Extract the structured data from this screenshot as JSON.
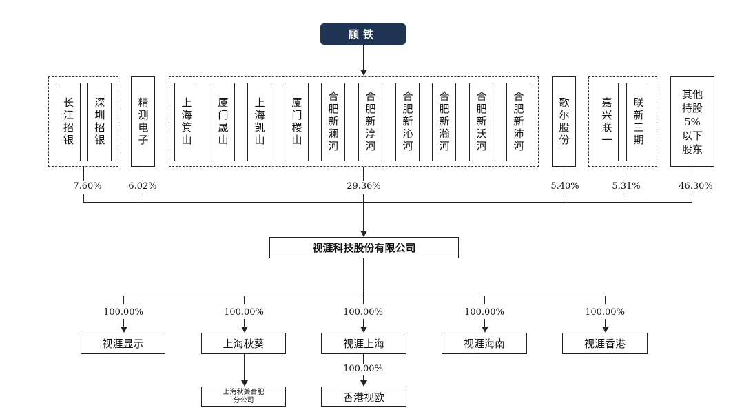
{
  "top_node": "顾铁",
  "shareholders": {
    "group1": [
      "长江招银",
      "深圳招银"
    ],
    "jingce": "精测电子",
    "group3": [
      "上海箕山",
      "厦门晟山",
      "上海凯山",
      "厦门稷山",
      "合肥新澜河",
      "合肥新淳河",
      "合肥新沁河",
      "合肥新瀚河",
      "合肥新沃河",
      "合肥新沛河"
    ],
    "geer": "歌尔股份",
    "group5": [
      "嘉兴联一",
      "联新三期"
    ],
    "others": [
      "其他",
      "持股",
      "5%",
      "以下",
      "股东"
    ]
  },
  "percentages": {
    "p1": "7.60%",
    "p2": "6.02%",
    "p3": "29.36%",
    "p4": "5.40%",
    "p5": "5.31%",
    "p6": "46.30%"
  },
  "company": "视涯科技股份有限公司",
  "subsidiaries": [
    {
      "pct": "100.00%",
      "name": "视涯显示"
    },
    {
      "pct": "100.00%",
      "name": "上海秋葵"
    },
    {
      "pct": "100.00%",
      "name": "视涯上海"
    },
    {
      "pct": "100.00%",
      "name": "视涯海南"
    },
    {
      "pct": "100.00%",
      "name": "视涯香港"
    }
  ],
  "second_level": {
    "branch": [
      "上海秋葵合肥",
      "分公司"
    ],
    "hk_pct": "100.00%",
    "hk": "香港视欧"
  }
}
